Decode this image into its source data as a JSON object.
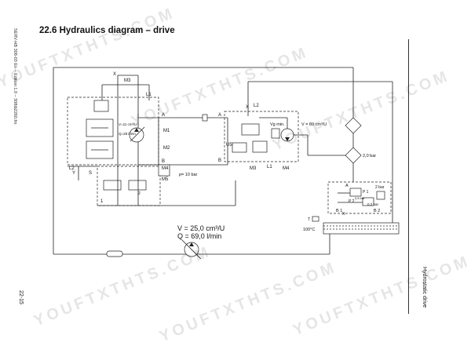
{
  "header": {
    "title": "22.6  Hydraulics diagram – drive",
    "side_note": "SERV-HB 308-03 En – Edition 1.0 – 308ib2260.fm",
    "page_number": "22-15",
    "section": "Hydrostatic drive"
  },
  "watermarks": [
    "YOUFTXTHTS.COM",
    "YOUFTXTHTS.COM",
    "YOUFTXTHTS.COM",
    "YOUFTXTHTS.COM",
    "YOUFTXTHTS.COM",
    "YOUFTXTHTS.COM"
  ],
  "diagram": {
    "pump": {
      "ports": {
        "X": "X",
        "M3": "M3",
        "L1": "L1",
        "A": "A",
        "M1": "M1",
        "M2": "M2",
        "B": "B",
        "M4": "M4",
        "M5": "M5",
        "S": "S",
        "X2": "X"
      },
      "displacement": "V=11 cm³/U",
      "flow": "Q=28 l/min",
      "pressure": "p= 10 bar",
      "labels": {
        "one": "1",
        "two": "2"
      }
    },
    "motor": {
      "ports": {
        "A": "A",
        "B": "B",
        "X": "X",
        "L2": "L2",
        "M3": "M3",
        "L1": "L1",
        "M4": "M4",
        "U5": "U5"
      },
      "vg_min": "Vg min.",
      "displacement": "V = 80 cm³/U"
    },
    "cooler": {
      "pressure": "2,0 bar"
    },
    "valve_block": {
      "A": "A",
      "P1": "P 1",
      "P2": "P 2",
      "p2bar": "2 bar",
      "p05": "0,5 bar",
      "p02": "0,2 bar",
      "B1": "B 1",
      "B2": "B 2",
      "X": "X"
    },
    "tank": {
      "temperature": "100°C",
      "T": "T"
    },
    "aux_pump": {
      "displacement": "V = 25,0 cm³/U",
      "flow": "Q = 69,0 l/min"
    },
    "misc": {
      "L2": "L2",
      "Y": "Y",
      "X": "X"
    }
  }
}
